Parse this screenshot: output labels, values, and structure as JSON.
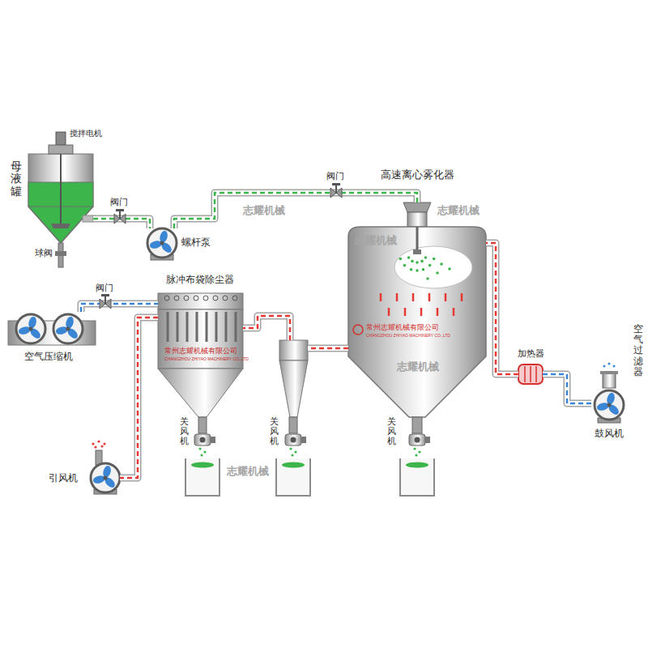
{
  "diagram": {
    "nodes": [
      {
        "text": [
          "母液罐"
        ]
      },
      {
        "text": [
          "螺杆泵"
        ]
      },
      {
        "text": [
          "高速离心雾化器",
          "关风机"
        ]
      },
      {
        "text": [
          "关风机"
        ]
      },
      {
        "text": [
          "脉冲布袋除尘器",
          "关风机"
        ]
      },
      {
        "text": [
          "空气压缩机"
        ]
      },
      {
        "text": [
          "引风机"
        ]
      },
      {
        "text": [
          "加热器"
        ]
      },
      {
        "text": [
          "鼓风机"
        ]
      }
    ],
    "edges": [
      {
        "from": 0,
        "to": 1,
        "arrow": "none"
      },
      {
        "from": 1,
        "to": 2,
        "arrow": "none"
      },
      {
        "from": 8,
        "to": 7,
        "arrow": "none"
      },
      {
        "from": 7,
        "to": 2,
        "arrow": "none"
      },
      {
        "from": 2,
        "to": 3,
        "arrow": "none"
      },
      {
        "from": 3,
        "to": 4,
        "arrow": "none"
      },
      {
        "from": 4,
        "to": 6,
        "arrow": "none"
      },
      {
        "from": 5,
        "to": 4,
        "arrow": "none"
      }
    ],
    "labels": [
      "搅拌电机",
      "阀门",
      "球阀",
      "阀门",
      "阀门",
      "空气过滤器",
      "志耀机械",
      "志耀机械",
      "志耀机械",
      "志耀机械",
      "志耀机械",
      "常州志耀机械有限公司",
      "CHANGZHOU ZHIYAO MACHINERY CO.,LTD",
      "常州志耀机械有限公司",
      "CHANGZHOU ZHIYAO MACHINERY CO.,LTD"
    ]
  }
}
